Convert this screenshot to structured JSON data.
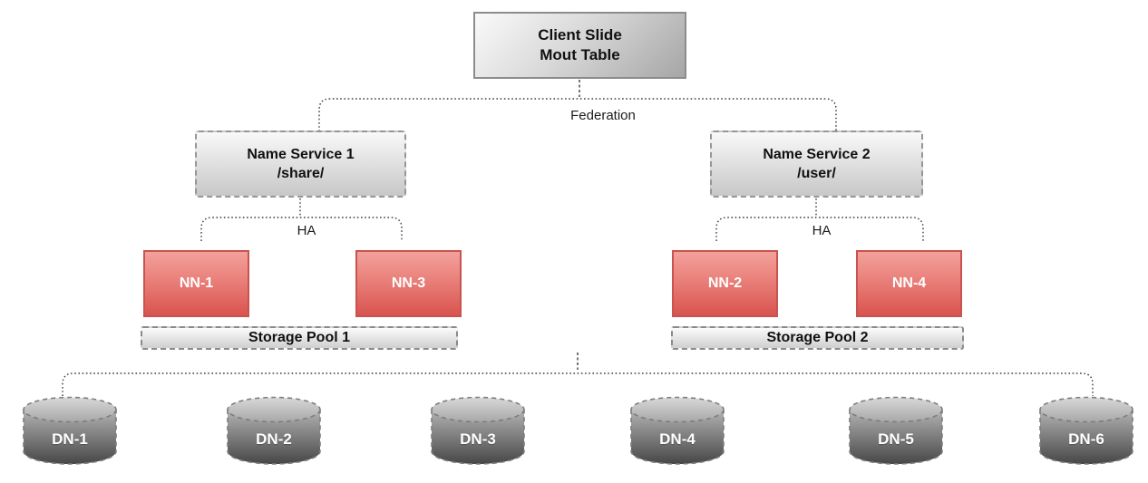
{
  "diagram": {
    "title_box": {
      "line1": "Client Slide",
      "line2": "Mout Table"
    },
    "federation_label": "Federation",
    "name_services": [
      {
        "title": "Name Service 1",
        "path": "/share/",
        "ha_label": "HA",
        "namenodes": [
          "NN-1",
          "NN-3"
        ],
        "pool_label": "Storage Pool 1"
      },
      {
        "title": "Name Service 2",
        "path": "/user/",
        "ha_label": "HA",
        "namenodes": [
          "NN-2",
          "NN-4"
        ],
        "pool_label": "Storage Pool 2"
      }
    ],
    "datanodes": [
      "DN-1",
      "DN-2",
      "DN-3",
      "DN-4",
      "DN-5",
      "DN-6"
    ],
    "colors": {
      "namenode_fill_top": "#f2a19c",
      "namenode_fill_bottom": "#d95450",
      "namenode_border": "#c9534f",
      "gray_box_fill_top": "#f9f9f9",
      "gray_box_fill_bottom": "#c7c7c7",
      "client_border": "#8c8c8c",
      "cylinder_top": "#b3b3b3",
      "cylinder_bottom": "#474747",
      "connector": "#3d3d3d"
    }
  }
}
